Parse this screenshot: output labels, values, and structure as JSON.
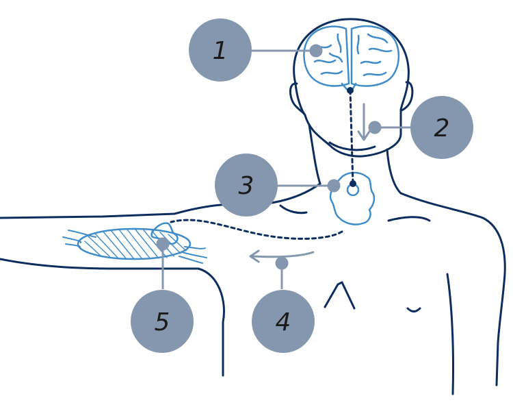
{
  "colors": {
    "outline": "#0d2d5e",
    "anatomy": "#3f8cc9",
    "badge": "#8497ae",
    "connector": "#8497ae",
    "number": "#1a1a1a",
    "background": "#ffffff"
  },
  "callouts": [
    {
      "id": "1",
      "label": "1"
    },
    {
      "id": "2",
      "label": "2"
    },
    {
      "id": "3",
      "label": "3"
    },
    {
      "id": "4",
      "label": "4"
    },
    {
      "id": "5",
      "label": "5"
    }
  ]
}
